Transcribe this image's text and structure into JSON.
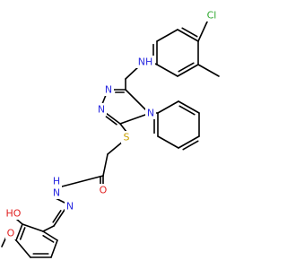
{
  "molecule": {
    "atoms": {
      "cl": {
        "text": "Cl",
        "color": "#2fa82f"
      },
      "nh_amine": {
        "text": "NH",
        "color": "#2a2ae0"
      },
      "n_tri1": {
        "text": "N",
        "color": "#2a2ae0"
      },
      "n_tri2": {
        "text": "N",
        "color": "#2a2ae0"
      },
      "n_tri4": {
        "text": "N",
        "color": "#2a2ae0"
      },
      "s": {
        "text": "S",
        "color": "#c8a000"
      },
      "o_carbonyl": {
        "text": "O",
        "color": "#e02020"
      },
      "n_hydrazide": {
        "text": "N",
        "color": "#2a2ae0"
      },
      "h_hydrazide": {
        "text": "H",
        "color": "#2a2ae0"
      },
      "n_imine": {
        "text": "N",
        "color": "#2a2ae0"
      },
      "oh": {
        "text": "HO",
        "color": "#e02020"
      },
      "o_methoxy": {
        "text": "O",
        "color": "#e02020"
      }
    }
  }
}
